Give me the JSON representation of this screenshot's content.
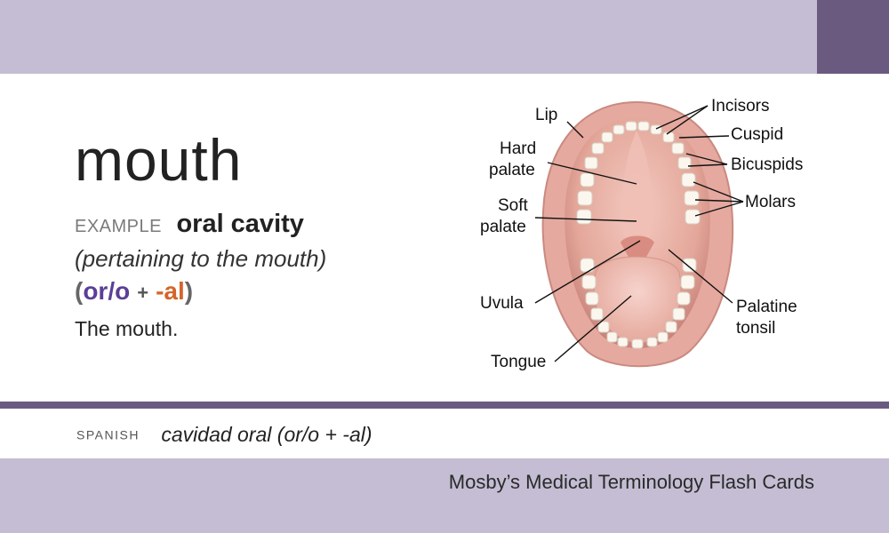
{
  "card": {
    "term": "mouth",
    "example_label": "EXAMPLE",
    "example_term": "oral cavity",
    "definition": "(pertaining to the mouth)",
    "word_parts": {
      "open": "(",
      "root": "or/o",
      "plus": "+",
      "suffix": "-al",
      "close": ")"
    },
    "meaning": "The mouth.",
    "spanish_label": "SPANISH",
    "spanish_text": "cavidad oral (or/o + -al)",
    "footer": "Mosby’s Medical Terminology Flash Cards"
  },
  "diagram_labels": {
    "lip": "Lip",
    "hard_palate_1": "Hard",
    "hard_palate_2": "palate",
    "soft_palate_1": "Soft",
    "soft_palate_2": "palate",
    "uvula": "Uvula",
    "tongue": "Tongue",
    "incisors": "Incisors",
    "cuspid": "Cuspid",
    "bicuspids": "Bicuspids",
    "molars": "Molars",
    "palatine_tonsil_1": "Palatine",
    "palatine_tonsil_2": "tonsil"
  },
  "colors": {
    "band": "#c4bdd3",
    "accent_dark": "#6b5a80",
    "root_purple": "#5b3f97",
    "suffix_orange": "#d4652b"
  }
}
